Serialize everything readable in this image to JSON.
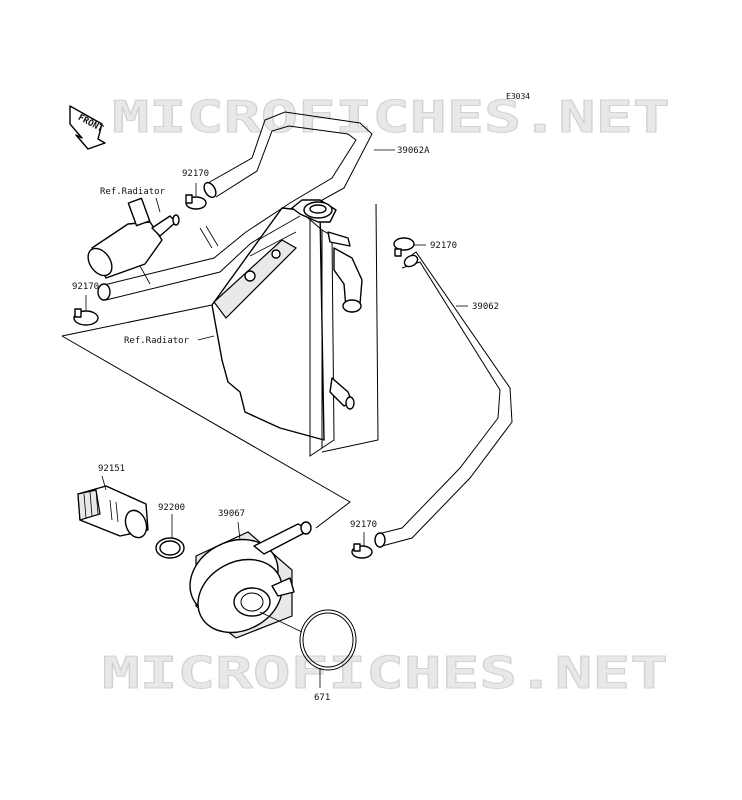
{
  "diagram_code": "E3034",
  "watermark": "MICROFICHES.NET",
  "front_label": "FRONT",
  "parts": [
    {
      "id": "39062A",
      "label": "39062A"
    },
    {
      "id": "92170-a",
      "label": "92170"
    },
    {
      "id": "ref-radiator-upper",
      "label": "Ref.Radiator"
    },
    {
      "id": "92170-b",
      "label": "92170"
    },
    {
      "id": "92170-c",
      "label": "92170"
    },
    {
      "id": "39062",
      "label": "39062"
    },
    {
      "id": "ref-radiator-lower",
      "label": "Ref.Radiator"
    },
    {
      "id": "92151",
      "label": "92151"
    },
    {
      "id": "92200",
      "label": "92200"
    },
    {
      "id": "39067",
      "label": "39067"
    },
    {
      "id": "92170-d",
      "label": "92170"
    },
    {
      "id": "671",
      "label": "671"
    }
  ]
}
